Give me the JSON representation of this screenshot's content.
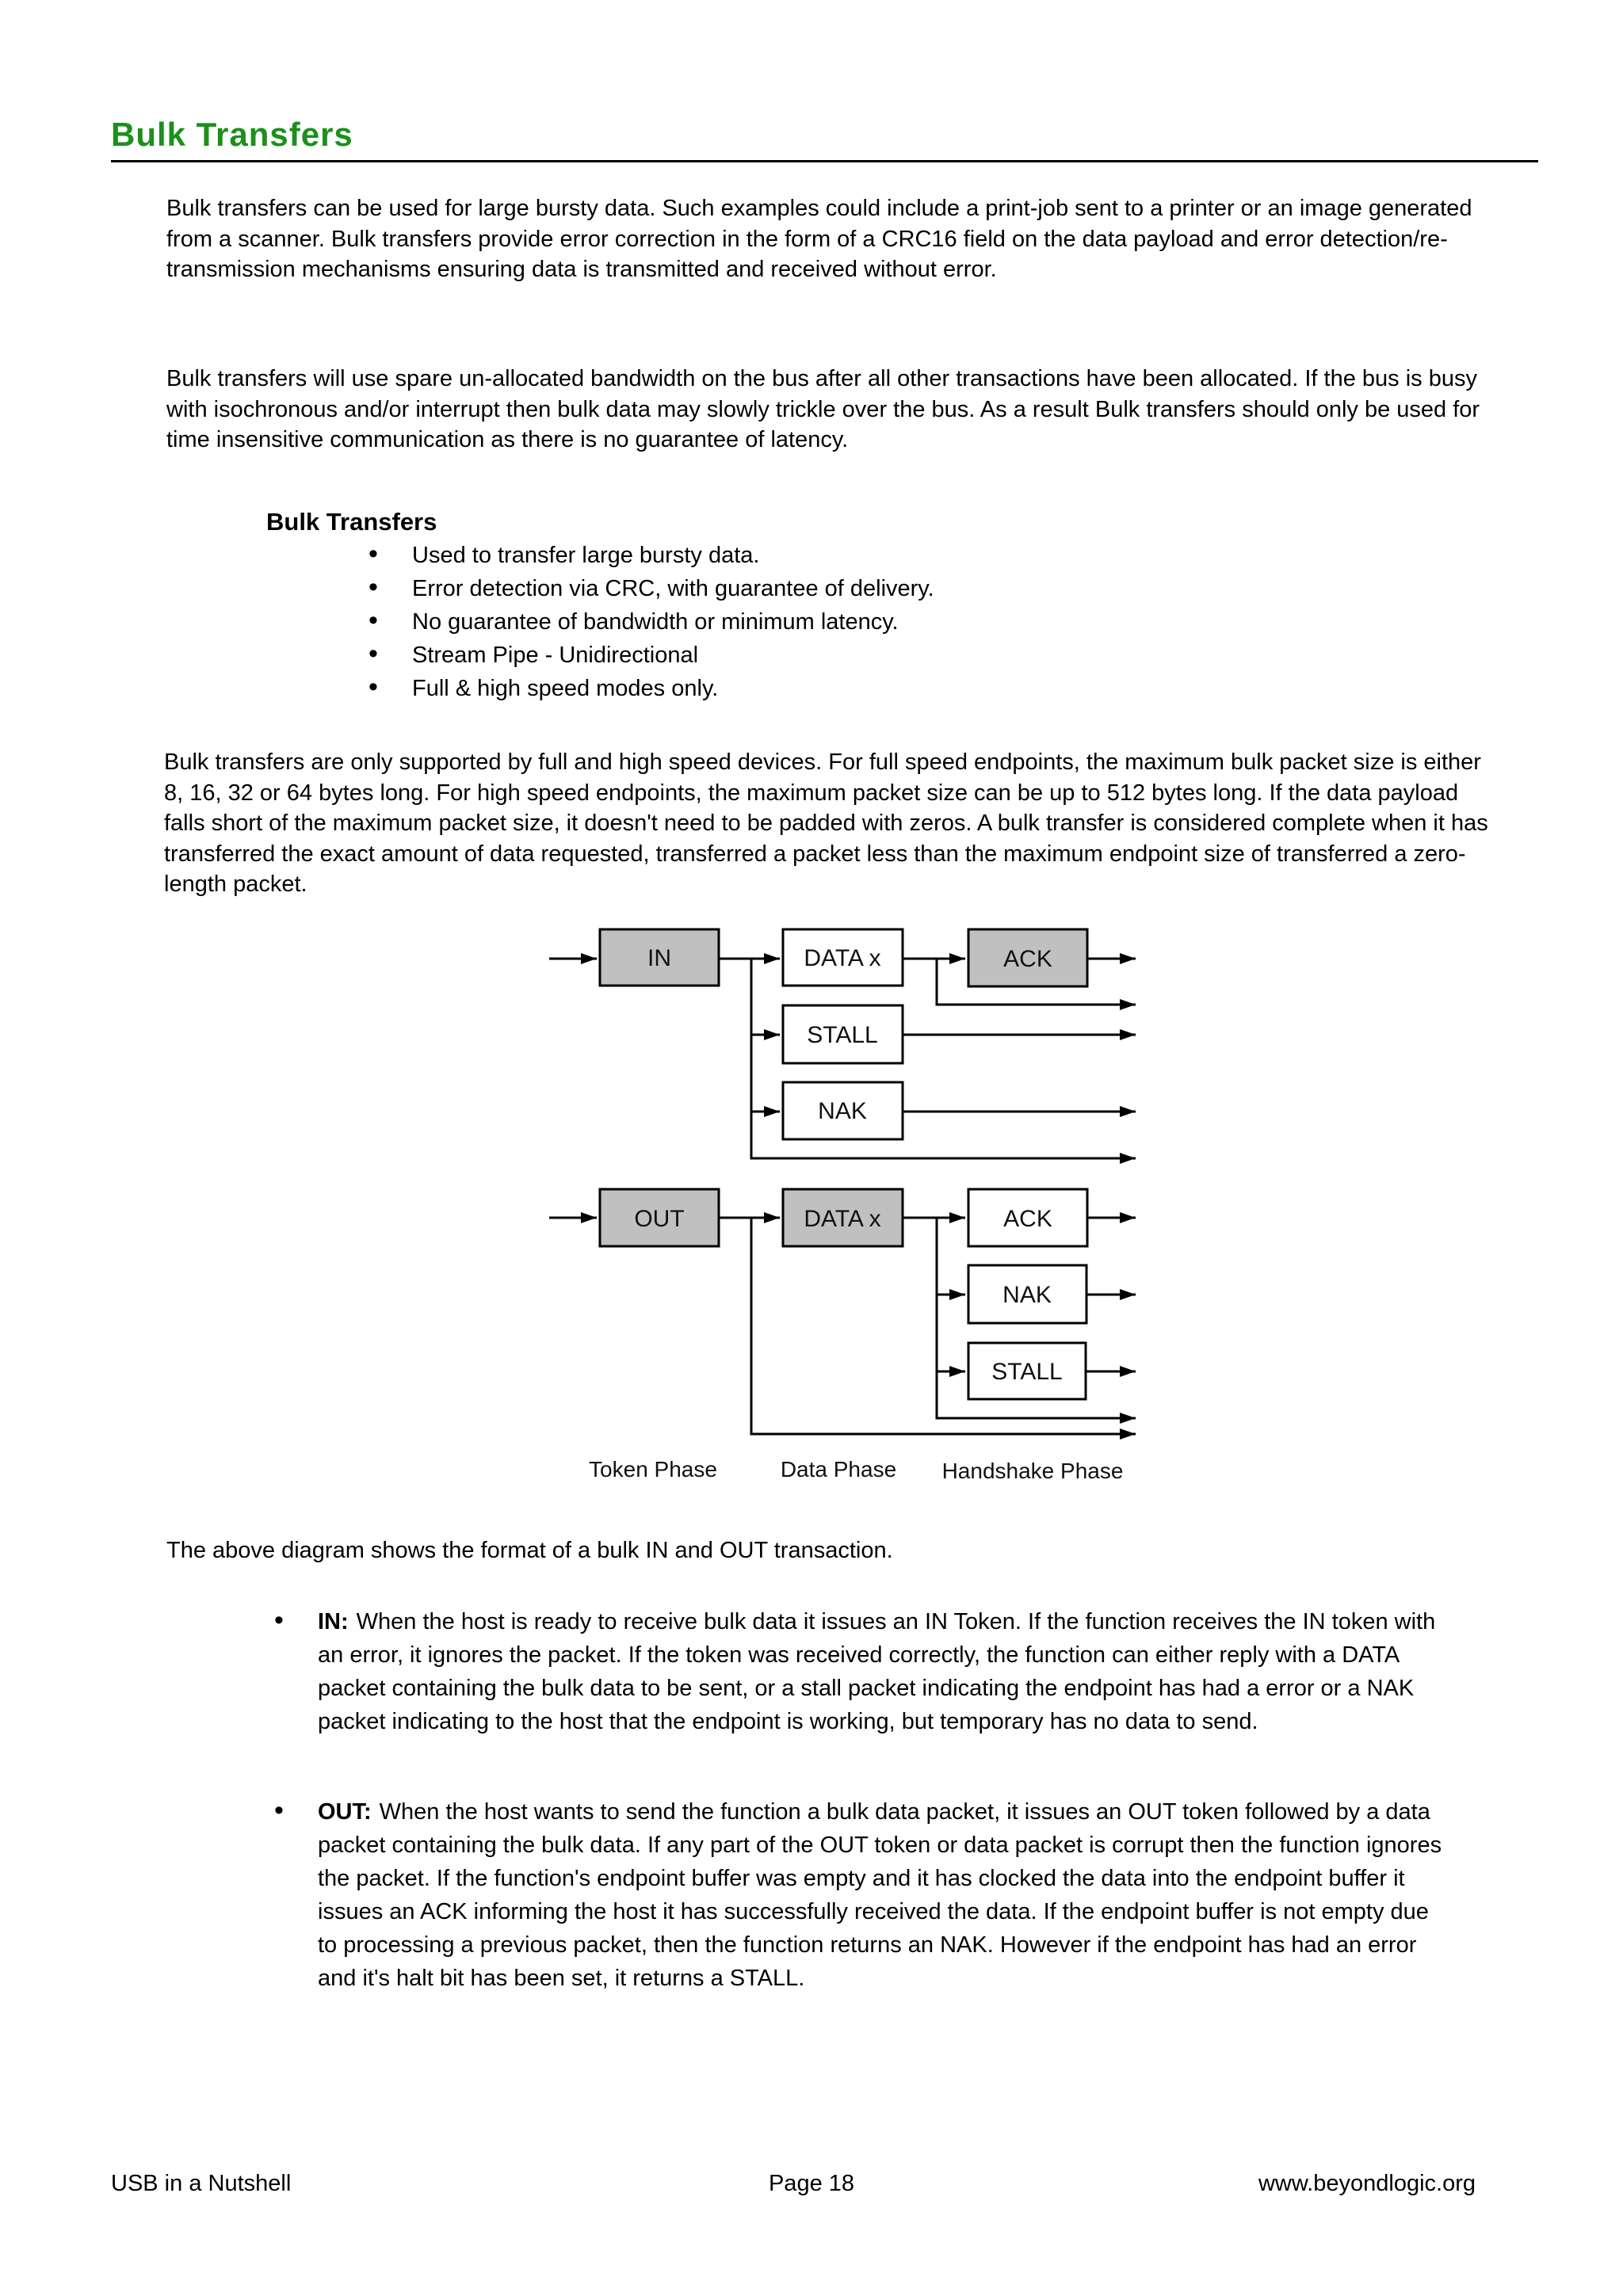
{
  "header": {
    "title": "Bulk Transfers"
  },
  "intro": {
    "p1": "Bulk transfers can be used for large bursty data. Such examples could include a print-job sent to a printer or an image generated from a scanner. Bulk transfers provide error correction in the form of a CRC16 field on the data payload and error detection/re-transmission mechanisms ensuring data is transmitted and received without error.",
    "p2": "Bulk transfers will use spare un-allocated bandwidth on the bus after all other transactions have been allocated. If the bus is busy with isochronous and/or interrupt then bulk data may slowly trickle over the bus. As a result Bulk transfers should only be used for time insensitive communication as there is no guarantee of latency."
  },
  "feature_section": {
    "heading": "Bulk Transfers",
    "bullets": [
      "Used to transfer large bursty data.",
      "Error detection via CRC, with guarantee of delivery.",
      "No guarantee of bandwidth or minimum latency.",
      "Stream Pipe - Unidirectional",
      "Full & high speed modes only."
    ]
  },
  "support_paragraph": "Bulk transfers are only supported by full and high speed devices. For full speed endpoints, the maximum bulk packet size is either 8, 16, 32 or 64 bytes long. For high speed endpoints, the maximum packet size can be up to 512 bytes long. If the data payload falls short of the maximum packet size, it doesn't need to be padded with zeros. A bulk transfer is considered complete when it has transferred the exact amount of data requested, transferred a packet less than the maximum endpoint size of transferred a zero-length packet.",
  "diagram": {
    "boxes": {
      "in": "IN",
      "data_in": "DATA x",
      "ack_in": "ACK",
      "stall_in": "STALL",
      "nak_in": "NAK",
      "out": "OUT",
      "data_out": "DATA x",
      "ack_out": "ACK",
      "nak_out": "NAK",
      "stall_out": "STALL"
    },
    "phases": {
      "token": "Token Phase",
      "data": "Data Phase",
      "handshake": "Handshake Phase"
    }
  },
  "caption": "The above diagram shows the format of a bulk IN and OUT transaction.",
  "transactions": [
    {
      "label": "IN:",
      "text": "When the host is ready to receive bulk data it issues an IN Token. If the function receives the IN token with an error, it ignores the packet. If the token was received correctly, the function can either reply with a DATA packet containing the bulk data to be sent, or a stall packet indicating the endpoint has had a error or a NAK packet indicating to the host that the endpoint is working, but temporary has no data to send."
    },
    {
      "label": "OUT:",
      "text": "When the host wants to send the function a bulk data packet, it issues an OUT token followed by a data packet containing the bulk data. If any part of the OUT token or data packet is corrupt then the function ignores the packet. If the function's endpoint buffer was empty and it has clocked the data into the endpoint buffer it issues an ACK informing the host it has successfully received the data. If the endpoint buffer is not empty due to processing a previous packet, then the function returns an NAK. However if the endpoint has had an error and it's halt bit has been set, it returns a STALL."
    }
  ],
  "footer": {
    "left": "USB in a Nutshell",
    "center": "Page 18",
    "right": "www.beyondlogic.org"
  },
  "colors": {
    "heading_green": "#1c8f1c",
    "box_gray": "#c0c0c0"
  }
}
